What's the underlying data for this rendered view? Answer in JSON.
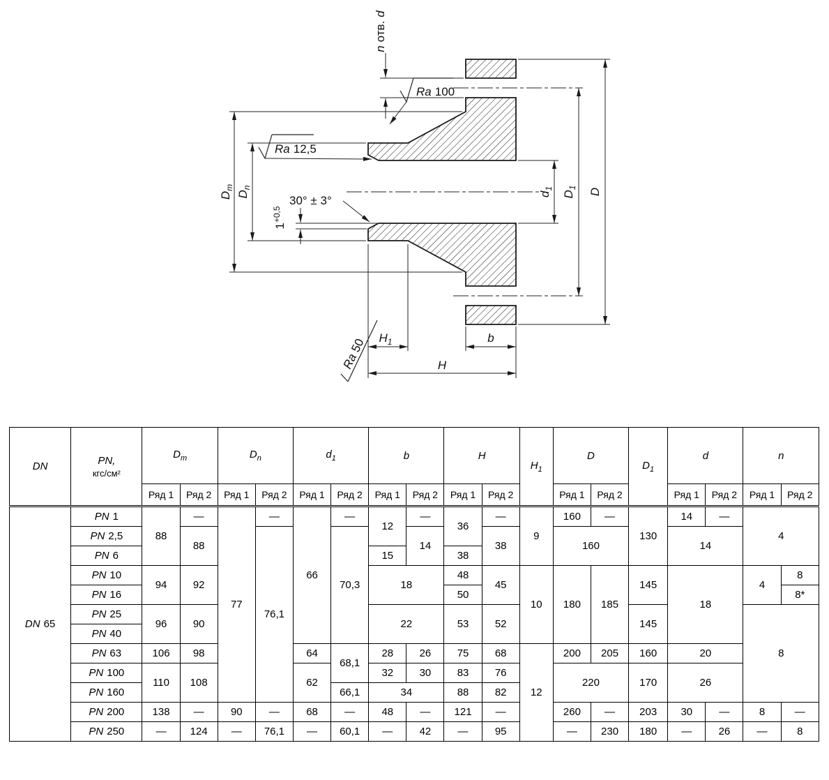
{
  "symbols": {
    "Dm": {
      "base": "D",
      "sub": "m"
    },
    "Dn": {
      "base": "D",
      "sub": "n"
    },
    "d1": {
      "base": "d",
      "sub": "1"
    },
    "b": "b",
    "H": "H",
    "H1": {
      "base": "H",
      "sub": "1"
    },
    "D": "D",
    "D1": {
      "base": "D",
      "sub": "1"
    },
    "d": "d",
    "n": "n"
  },
  "drawing": {
    "hole_note_n": "n",
    "hole_note_mid": "отв.",
    "hole_note_d": "d",
    "ra100_sym": "Ra",
    "ra100_val": "100",
    "ra125_sym": "Ra",
    "ra125_val": "12,5",
    "ra50_sym": "Ra",
    "ra50_val": "50",
    "angle_note": "30° ± 3°",
    "step_base": "1",
    "step_tol": "+0,5"
  },
  "table": {
    "dn_prefix": "DN",
    "dn_value": "65",
    "pn_prefix": "PN",
    "pn_values": [
      "1",
      "2,5",
      "6",
      "10",
      "16",
      "25",
      "40",
      "63",
      "100",
      "160",
      "200",
      "250"
    ],
    "header": {
      "dn": "DN",
      "pn_line1": "PN,",
      "pn_line2": "кгс/см²",
      "ryad1": "Ряд 1",
      "ryad2": "Ряд 2"
    },
    "cells": {
      "Dm": {
        "r1": {
          "pn1": "88",
          "pn10": "94",
          "pn25": "96",
          "pn63": "106",
          "pn100": "110",
          "pn200": "138",
          "pn250": "—"
        },
        "r2": {
          "pn1": "—",
          "pn2_5": "88",
          "pn10": "92",
          "pn25": "90",
          "pn63": "98",
          "pn100": "108",
          "pn200": "—",
          "pn250": "124"
        }
      },
      "Dn": {
        "r1": {
          "pn1": "77",
          "pn200": "90",
          "pn250": "—"
        },
        "r2": {
          "pn1": "—",
          "pn2_5": "76,1",
          "pn200": "—",
          "pn250": "76,1"
        }
      },
      "d1": {
        "r1": {
          "pn1": "66",
          "pn63": "64",
          "pn100": "62",
          "pn200": "68",
          "pn250": "—"
        },
        "r2": {
          "pn1": "—",
          "pn2_5": "70,3",
          "pn63": "68,1",
          "pn160": "66,1",
          "pn200": "—",
          "pn250": "60,1"
        }
      },
      "b": {
        "r1": {
          "pn1": "12",
          "pn6": "15",
          "pn63": "28",
          "pn100": "32",
          "pn200": "48",
          "pn250": "—"
        },
        "r2": {
          "pn1": "—",
          "pn2_5": "14",
          "pn63": "26",
          "pn100": "30",
          "pn200": "—",
          "pn250": "42"
        },
        "m": {
          "pn10": "18",
          "pn25": "22",
          "pn160": "34"
        }
      },
      "H": {
        "r1": {
          "pn1": "36",
          "pn6": "38",
          "pn10": "48",
          "pn16": "50",
          "pn25": "53",
          "pn63": "75",
          "pn100": "83",
          "pn160": "88",
          "pn200": "121",
          "pn250": "—"
        },
        "r2": {
          "pn1": "—",
          "pn2_5": "38",
          "pn10": "45",
          "pn25": "52",
          "pn63": "68",
          "pn100": "76",
          "pn160": "82",
          "pn200": "—",
          "pn250": "95"
        }
      },
      "H1": {
        "pn1": "9",
        "pn10": "10",
        "pn63": "12"
      },
      "D": {
        "r1": {
          "pn1": "160",
          "pn10": "180",
          "pn63": "200",
          "pn200": "260",
          "pn250": "—"
        },
        "r2": {
          "pn1": "—",
          "pn10": "185",
          "pn63": "205",
          "pn200": "—",
          "pn250": "230"
        },
        "m": {
          "pn2_5": "160",
          "pn100": "220"
        }
      },
      "D1": {
        "pn1": "130",
        "pn10": "145",
        "pn25": "145",
        "pn63": "160",
        "pn100": "170",
        "pn200": "203",
        "pn250": "180"
      },
      "d": {
        "r1": {
          "pn1": "14",
          "pn200": "30",
          "pn250": "—"
        },
        "r2": {
          "pn1": "—",
          "pn200": "—",
          "pn250": "26"
        },
        "m": {
          "pn2_5": "14",
          "pn10": "18",
          "pn63": "20",
          "pn100": "26"
        }
      },
      "n": {
        "r1": {
          "pn10": "4",
          "pn200": "8",
          "pn250": "—"
        },
        "r2": {
          "pn10": "8",
          "pn16": "8*",
          "pn200": "—",
          "pn250": "8"
        },
        "m": {
          "pn1": "4",
          "pn25": "8"
        }
      }
    }
  }
}
